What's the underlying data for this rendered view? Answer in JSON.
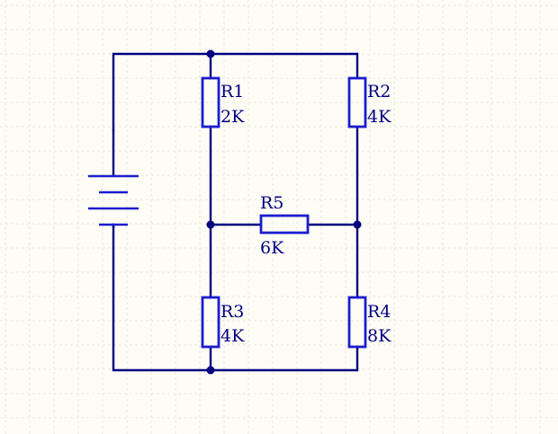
{
  "colors": {
    "background": "#fdfcf5",
    "grid": "#ebeadf",
    "wire": "#000080",
    "resistor": "#1c1cd0",
    "junction": "#000080"
  },
  "resistors": [
    {
      "id": "r1",
      "name": "R1",
      "value": "2K"
    },
    {
      "id": "r2",
      "name": "R2",
      "value": "4K"
    },
    {
      "id": "r3",
      "name": "R3",
      "value": "4K"
    },
    {
      "id": "r4",
      "name": "R4",
      "value": "8K"
    },
    {
      "id": "r5",
      "name": "R5",
      "value": "6K"
    }
  ],
  "battery": {
    "icon": "battery-icon"
  }
}
